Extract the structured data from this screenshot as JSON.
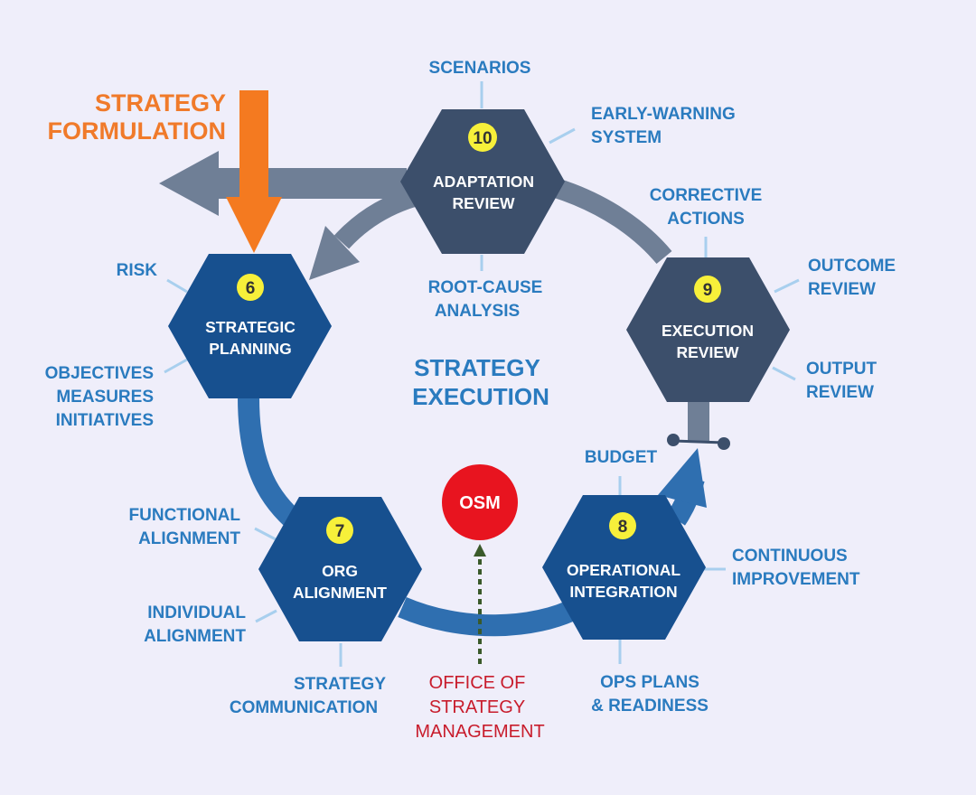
{
  "formulation": {
    "line1": "STRATEGY",
    "line2": "FORMULATION"
  },
  "center": {
    "line1": "STRATEGY",
    "line2": "EXECUTION"
  },
  "stages": [
    {
      "number": "6",
      "line1": "STRATEGIC",
      "line2": "PLANNING",
      "color": "#17508f"
    },
    {
      "number": "7",
      "line1": "ORG",
      "line2": "ALIGNMENT",
      "color": "#17508f"
    },
    {
      "number": "8",
      "line1": "OPERATIONAL",
      "line2": "INTEGRATION",
      "color": "#17508f"
    },
    {
      "number": "9",
      "line1": "EXECUTION",
      "line2": "REVIEW",
      "color": "#3c4f6b"
    },
    {
      "number": "10",
      "line1": "ADAPTATION",
      "line2": "REVIEW",
      "color": "#3c4f6b"
    }
  ],
  "labels": {
    "scenarios": "SCENARIOS",
    "early_warning": [
      "EARLY-WARNING",
      "SYSTEM"
    ],
    "root_cause": [
      "ROOT-CAUSE",
      "ANALYSIS"
    ],
    "corrective": [
      "CORRECTIVE",
      "ACTIONS"
    ],
    "outcome": [
      "OUTCOME",
      "REVIEW"
    ],
    "output": [
      "OUTPUT",
      "REVIEW"
    ],
    "risk": "RISK",
    "objectives": [
      "OBJECTIVES",
      "MEASURES",
      "INITIATIVES"
    ],
    "budget": "BUDGET",
    "continuous": [
      "CONTINUOUS",
      "IMPROVEMENT"
    ],
    "ops_plans": [
      "OPS PLANS",
      "& READINESS"
    ],
    "functional": [
      "FUNCTIONAL",
      "ALIGNMENT"
    ],
    "individual": [
      "INDIVIDUAL",
      "ALIGNMENT"
    ],
    "communication": [
      "STRATEGY",
      "COMMUNICATION"
    ]
  },
  "osm": {
    "title": "OSM",
    "label": [
      "OFFICE OF",
      "STRATEGY",
      "MANAGEMENT"
    ]
  },
  "colors": {
    "background": "#efeefa",
    "planning_blue": "#17508f",
    "review_slate": "#3c4f6b",
    "cycle_arrow_blue": "#2f6fb0",
    "feedback_arrow_gray": "#6f7f96",
    "formulation_orange": "#f47a20",
    "label_blue": "#2a7bbf",
    "number_yellow": "#f7f03a",
    "osm_red": "#e8141f",
    "osm_label_red": "#c81c2c",
    "dotted_green": "#3a5a2a"
  }
}
